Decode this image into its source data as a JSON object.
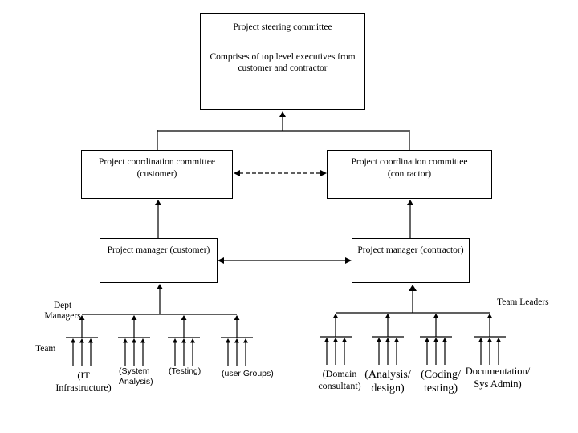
{
  "colors": {
    "background": "#ffffff",
    "line": "#000000"
  },
  "boxes": {
    "steering": {
      "title": "Project steering committee",
      "desc_line1": "Comprises of top level executives from",
      "desc_line2": "customer and contractor"
    },
    "committee_customer": {
      "line1": "Project coordination committee",
      "line2": "(customer)"
    },
    "committee_contractor": {
      "line1": "Project coordination committee",
      "line2": "(contractor)"
    },
    "manager_customer": {
      "label": "Project manager (customer)"
    },
    "manager_contractor": {
      "label": "Project manager (contractor)"
    }
  },
  "annotations": {
    "dept_managers_line1": "Dept",
    "dept_managers_line2": "Managers",
    "team": "Team",
    "team_leaders": "Team Leaders"
  },
  "customer_teams": [
    {
      "line1": "(IT",
      "line2": "Infrastructure)"
    },
    {
      "line1": "(System",
      "line2": "Analysis)"
    },
    {
      "line1": "(Testing)",
      "line2": ""
    },
    {
      "line1": "(user Groups)",
      "line2": ""
    }
  ],
  "contractor_teams": [
    {
      "line1": "(Domain",
      "line2": "consultant)"
    },
    {
      "line1": "(Analysis/",
      "line2": "design)"
    },
    {
      "line1": "(Coding/",
      "line2": "testing)"
    },
    {
      "line1": "Documentation/",
      "line2": "Sys Admin)"
    }
  ]
}
